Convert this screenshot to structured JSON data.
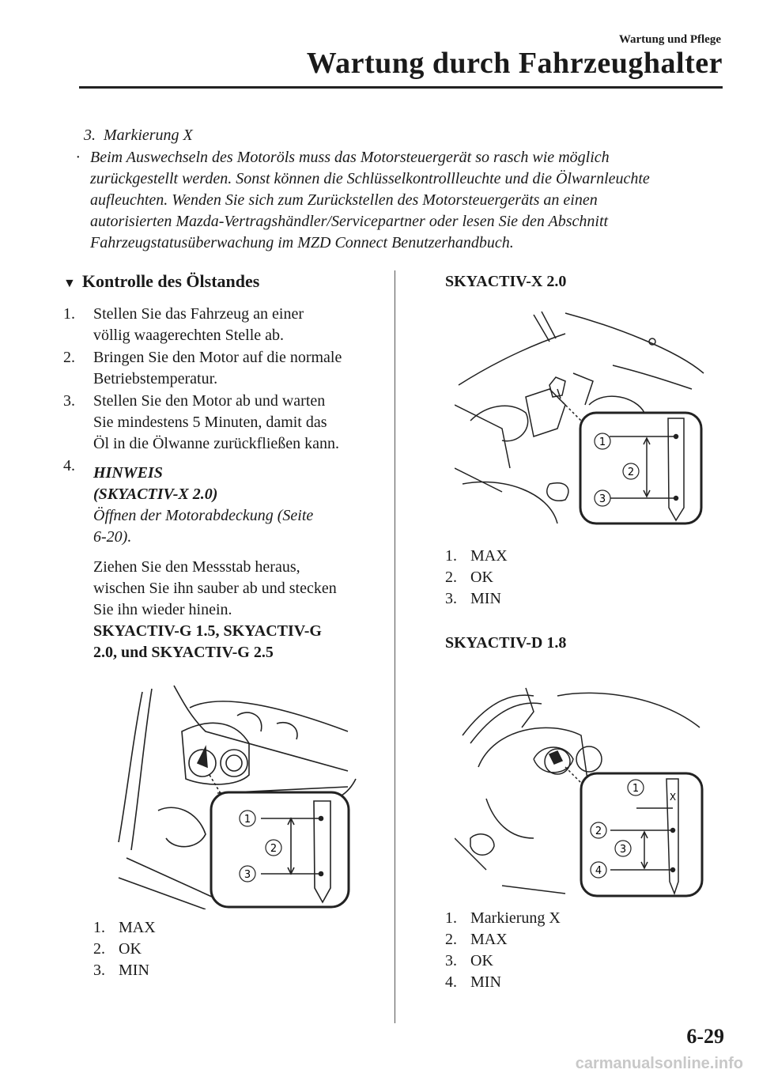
{
  "header": {
    "section_small": "Wartung und Pflege",
    "section_big": "Wartung durch Fahrzeughalter"
  },
  "intro": {
    "item_num": "3.",
    "item_text": "Markierung X",
    "bullet": "·",
    "bullet_lines": [
      "Beim Auswechseln des Motoröls muss das Motorsteuergerät so rasch wie möglich",
      "zurückgestellt werden. Sonst können die Schlüsselkontrollleuchte und die Ölwarnleuchte",
      "aufleuchten. Wenden Sie sich zum Zurückstellen des Motorsteuergeräts an einen",
      "autorisierten Mazda-Vertragshändler/Servicepartner oder lesen Sie den Abschnitt",
      "Fahrzeugstatusüberwachung im MZD Connect Benutzerhandbuch."
    ]
  },
  "left": {
    "heading_marker": "▼",
    "heading": "Kontrolle des Ölstandes",
    "steps": [
      {
        "n": "1.",
        "lines": [
          "Stellen Sie das Fahrzeug an einer",
          "völlig waagerechten Stelle ab."
        ]
      },
      {
        "n": "2.",
        "lines": [
          "Bringen Sie den Motor auf die normale",
          "Betriebstemperatur."
        ]
      },
      {
        "n": "3.",
        "lines": [
          "Stellen Sie den Motor ab und warten",
          "Sie mindestens 5 Minuten, damit das",
          "Öl in die Ölwanne zurückfließen kann."
        ]
      },
      {
        "n": "4.",
        "lines": []
      }
    ],
    "note_title": "HINWEIS",
    "note_sub": "(SKYACTIV-X 2.0)",
    "note_lines": [
      "Öffnen der Motorabdeckung (Seite",
      "6-20)."
    ],
    "body_lines": [
      "Ziehen Sie den Messstab heraus,",
      "wischen Sie ihn sauber ab und stecken",
      "Sie ihn wieder hinein."
    ],
    "engine_heading_lines": [
      "SKYACTIV-G 1.5, SKYACTIV-G",
      "2.0, und SKYACTIV-G 2.5"
    ],
    "fig_labels": [
      "1",
      "2",
      "3"
    ],
    "captions": [
      {
        "n": "1.",
        "t": "MAX"
      },
      {
        "n": "2.",
        "t": "OK"
      },
      {
        "n": "3.",
        "t": "MIN"
      }
    ]
  },
  "right": {
    "engine1": "SKYACTIV-X 2.0",
    "fig1_labels": [
      "1",
      "2",
      "3"
    ],
    "captions1": [
      {
        "n": "1.",
        "t": "MAX"
      },
      {
        "n": "2.",
        "t": "OK"
      },
      {
        "n": "3.",
        "t": "MIN"
      }
    ],
    "engine2": "SKYACTIV-D 1.8",
    "fig2_labels": [
      "1",
      "2",
      "3",
      "4"
    ],
    "fig2_x_mark": "X",
    "captions2": [
      {
        "n": "1.",
        "t": "Markierung X"
      },
      {
        "n": "2.",
        "t": "MAX"
      },
      {
        "n": "3.",
        "t": "OK"
      },
      {
        "n": "4.",
        "t": "MIN"
      }
    ]
  },
  "footer": {
    "page_number": "6-29",
    "watermark": "carmanualsonline.info"
  }
}
